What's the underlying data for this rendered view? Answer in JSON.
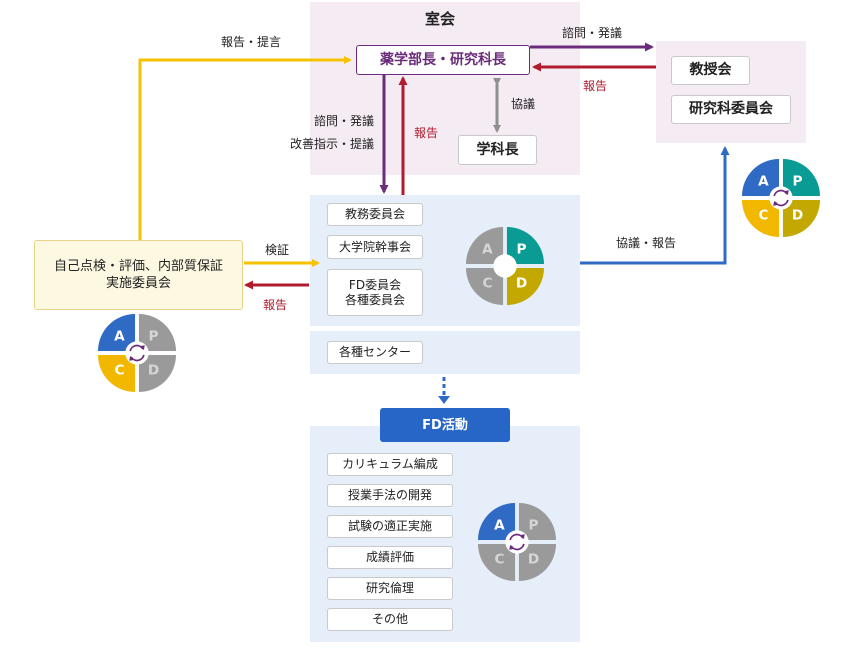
{
  "colors": {
    "purple": "#6b2d7b",
    "red": "#b01c2e",
    "yellow": "#f6c200",
    "blue": "#2f6ac4",
    "gray_arrow": "#8f8f8f",
    "pink_panel": "#f4ebf3",
    "blue_panel": "#e5eef9",
    "cream_box": "#fdf8e1",
    "fd_blue": "#2766c6",
    "pdca_blue": "#2f6ac4",
    "pdca_teal": "#0a9b95",
    "pdca_yellow": "#f2b800",
    "pdca_olive": "#c2a800",
    "pdca_gray": "#9a9a9a"
  },
  "shitsukai": {
    "title": "室会",
    "dean": "薬学部長・研究科長",
    "dept_head": "学科長",
    "kyogi": "協議"
  },
  "faculty": {
    "professors": "教授会",
    "committee": "研究科委員会"
  },
  "self_eval": {
    "line1": "自己点検・評価、内部質保証",
    "line2": "実施委員会"
  },
  "committees": {
    "items": [
      "教務委員会",
      "大学院幹事会"
    ],
    "fd_committee_line1": "FD委員会",
    "fd_committee_line2": "各種委員会",
    "centers": "各種センター"
  },
  "fd": {
    "title": "FD活動",
    "items": [
      "カリキュラム編成",
      "授業手法の開発",
      "試験の適正実施",
      "成績評価",
      "研究倫理",
      "その他"
    ]
  },
  "labels": {
    "report_proposal": "報告・提言",
    "consult_issue_top": "諮問・発議",
    "report_from_faculty": "報告",
    "consult_issue_left": "諮問・発議",
    "improve_instruct": "改善指示・提議",
    "report_up": "報告",
    "verify": "検証",
    "report_left": "報告",
    "consult_report": "協議・報告"
  },
  "pdca": {
    "letters": [
      "A",
      "P",
      "C",
      "D"
    ],
    "faculty_active": [
      "A",
      "P",
      "C",
      "D"
    ],
    "committees_active": [
      "P",
      "D"
    ],
    "self_eval_active": [
      "A",
      "C"
    ],
    "fd_active": [
      "A"
    ]
  }
}
